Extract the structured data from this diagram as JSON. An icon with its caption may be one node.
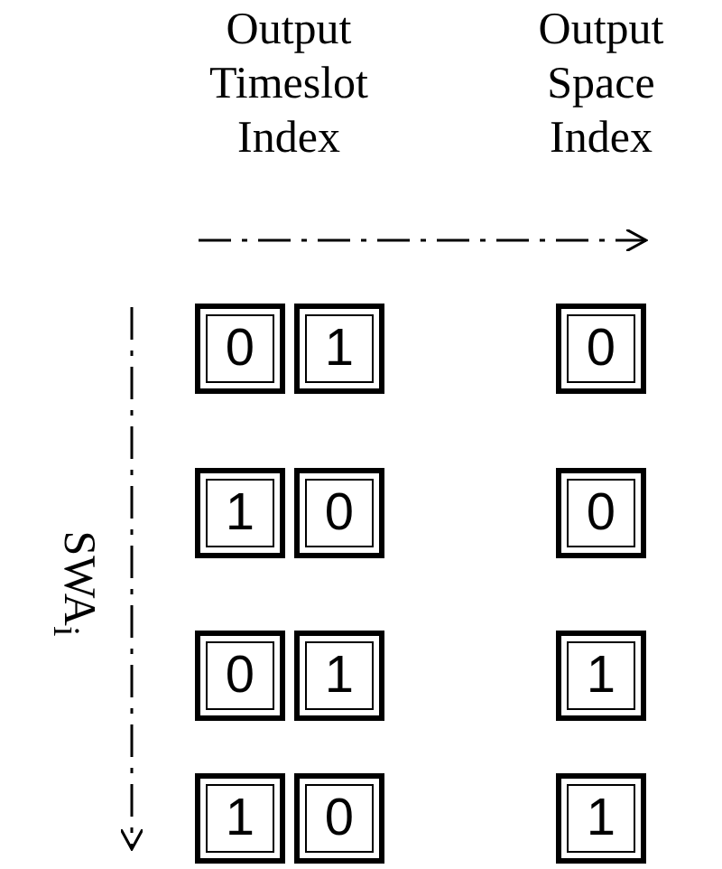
{
  "diagram": {
    "nodes": [
      {
        "text": [
          "0"
        ]
      },
      {
        "text": [
          "1"
        ]
      },
      {
        "text": [
          "0"
        ]
      },
      {
        "text": [
          "1"
        ]
      },
      {
        "text": [
          "0"
        ]
      },
      {
        "text": [
          "0"
        ]
      },
      {
        "text": [
          "0"
        ]
      },
      {
        "text": [
          "1"
        ]
      },
      {
        "text": [
          "1"
        ]
      },
      {
        "text": [
          "1"
        ]
      },
      {
        "text": [
          "0"
        ]
      },
      {
        "text": [
          "1"
        ]
      }
    ],
    "labels": [
      "Output Timeslot Index",
      "Output Space Index",
      "SWA$_{i}$"
    ]
  }
}
